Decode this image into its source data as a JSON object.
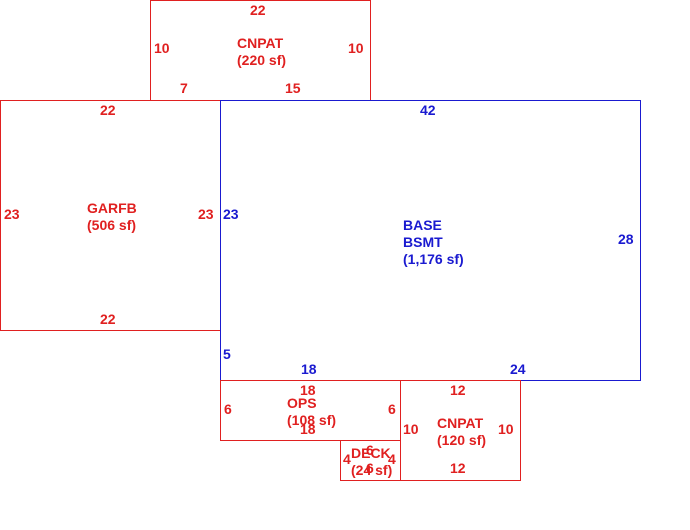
{
  "colors": {
    "addition": "#e02020",
    "base": "#1a1ad0",
    "background": "#ffffff"
  },
  "areas": {
    "cnpat_top": {
      "name": "CNPAT",
      "area": "(220 sf)",
      "dims": {
        "top": "22",
        "left": "10",
        "right": "10",
        "bottom_left": "7",
        "bottom_right": "15"
      }
    },
    "garfb": {
      "name": "GARFB",
      "area": "(506 sf)",
      "dims": {
        "top": "22",
        "left": "23",
        "right": "23",
        "bottom": "22"
      }
    },
    "base": {
      "name_line1": "BASE",
      "name_line2": "BSMT",
      "area": "(1,176 sf)",
      "dims": {
        "top": "42",
        "left": "23",
        "right": "28",
        "left_lower": "5",
        "bottom_left": "18",
        "bottom_right": "24"
      }
    },
    "ops": {
      "name": "OPS",
      "area": "(108 sf)",
      "dims": {
        "top": "18",
        "left": "6",
        "right": "6",
        "bottom": "18"
      }
    },
    "cnpat_bottom": {
      "name": "CNPAT",
      "area": "(120 sf)",
      "dims": {
        "top": "12",
        "left": "10",
        "right": "10",
        "bottom": "12"
      }
    },
    "deck": {
      "name": "DECK",
      "area": "(24 sf)",
      "dims": {
        "top": "6",
        "left": "4",
        "right": "4",
        "bottom": "6"
      }
    }
  }
}
